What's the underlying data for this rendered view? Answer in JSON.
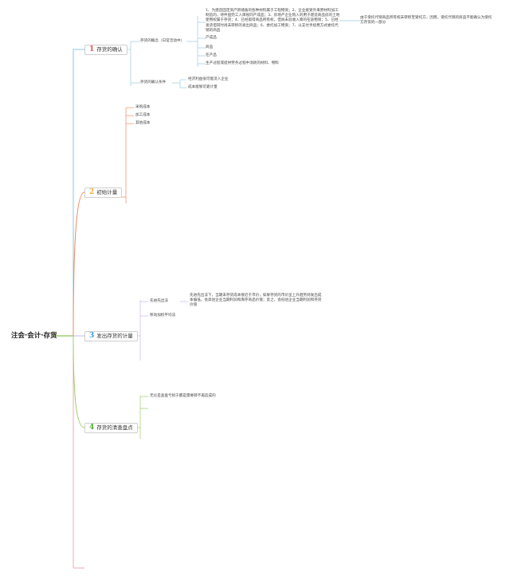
{
  "root": {
    "label": "注会·会计·存货"
  },
  "branches": [
    {
      "num": "1",
      "label": "存货的确认",
      "color": "#e2584f",
      "line_color": "#8ec6e6"
    },
    {
      "num": "2",
      "label": "初始计量",
      "color": "#f0b33a",
      "line_color": "#f08a5d"
    },
    {
      "num": "3",
      "label": "发出存货的计量",
      "color": "#3a9ad9",
      "line_color": "#c9b8e8"
    },
    {
      "num": "4",
      "label": "存货的清查盘点",
      "color": "#55aa3c",
      "line_color": "#9ccf6b"
    }
  ],
  "b1": {
    "concept_label": "存货的概念（日常活动中）",
    "notes_para": "1、为建造固定资产新储备的各种材料属于工程物资；2、企业接受外来原材料加工制造的，待件盘完工入库视同产成品；3、房地产企业购入的用于建造商品房的土地使用权属于存货；4、已经取得商品所有权，但尚未验收入库的在途物资；5、已经发货但同时尚未转移的发出商品；6、委托加工物资；7、以支付手续费方式委托代销的商品",
    "side_note": "由于受托代销商品所有权未转移至受托方，因而，受托代销的商品不能确认为受托方存货的一部分",
    "concept_items": [
      "产成品",
      "商品",
      "在产品",
      "生产过程或提供劳务过程中消耗的材料、物料"
    ],
    "recog_label": "存货的确认条件",
    "recog_items": [
      "经济利益很可能流入企业",
      "成本能够可靠计量"
    ]
  },
  "b2": {
    "items": [
      "采购成本",
      "加工成本",
      "其他成本"
    ]
  },
  "b3": {
    "fifo_label": "先进先出法",
    "fifo_para": "先进先出法下，当期末存货成本接近于市价，如果存货的市价呈上升趋势则发出成本偏低，会高估企业当期利润和库存商品价值；反之，会低估企业当期利润和存货价值",
    "wavg_label": "移动加权平均法"
  },
  "b4": {
    "item": "无论是查盘亏损于都是需要转不再造成的"
  }
}
